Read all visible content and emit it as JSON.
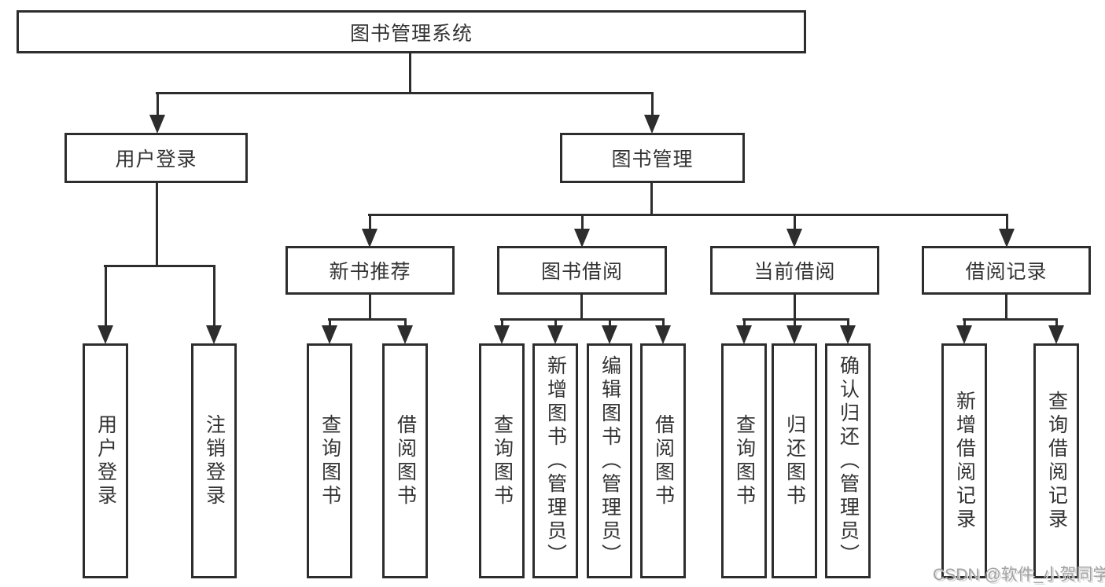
{
  "diagram": {
    "nodes": {
      "root": {
        "label": "图书管理系统"
      },
      "user_login": {
        "label": "用户登录"
      },
      "book_mgmt": {
        "label": "图书管理"
      },
      "new_books": {
        "label": "新书推荐"
      },
      "book_borrow": {
        "label": "图书借阅"
      },
      "current_borrow": {
        "label": "当前借阅"
      },
      "borrow_records": {
        "label": "借阅记录"
      },
      "leaf_user_login": {
        "label": "用户登录"
      },
      "leaf_logout": {
        "label": "注销登录"
      },
      "leaf_nb_query": {
        "label": "查询图书"
      },
      "leaf_nb_borrow": {
        "label": "借阅图书"
      },
      "leaf_bb_query": {
        "label": "查询图书"
      },
      "leaf_bb_add": {
        "label": "新增图书（管理员）"
      },
      "leaf_bb_edit": {
        "label": "编辑图书（管理员）"
      },
      "leaf_bb_borrow": {
        "label": "借阅图书"
      },
      "leaf_cb_query": {
        "label": "查询图书"
      },
      "leaf_cb_return": {
        "label": "归还图书"
      },
      "leaf_cb_confirm": {
        "label": "确认归还（管理员）"
      },
      "leaf_br_add": {
        "label": "新增借阅记录"
      },
      "leaf_br_query": {
        "label": "查询借阅记录"
      }
    },
    "watermark": "CSDN @软件_小贺同学",
    "colors": {
      "line": "#2d2d2d",
      "text": "#333333",
      "watermark": "#a2a2a2",
      "background": "#ffffff"
    }
  }
}
